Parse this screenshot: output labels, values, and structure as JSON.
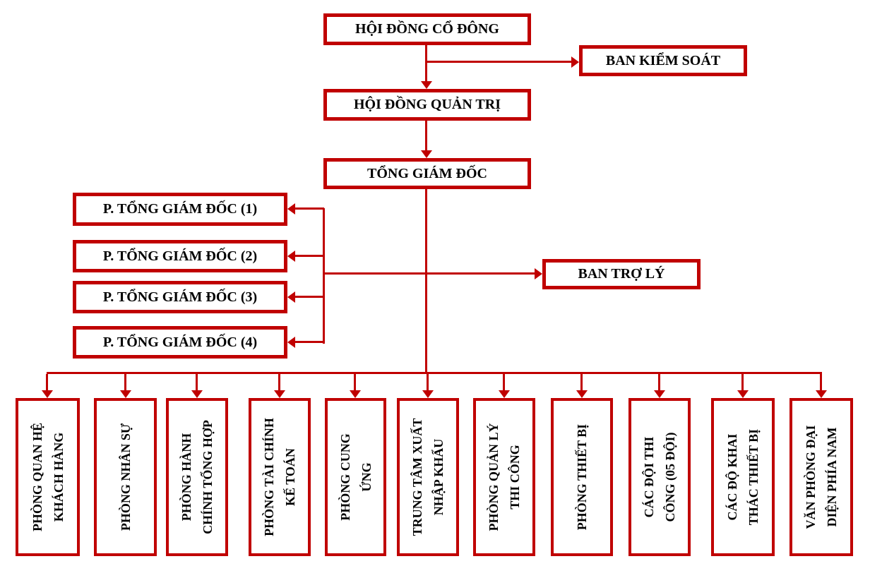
{
  "colors": {
    "line": "#C00000",
    "box_border": "#C00000",
    "text": "#000000",
    "background": "#FFFFFF"
  },
  "nodes": {
    "shareholders": {
      "label": "HỘI ĐỒNG CỔ ĐÔNG"
    },
    "supervisory_board": {
      "label": "BAN KIỂM SOÁT"
    },
    "board_of_management": {
      "label": "HỘI ĐỒNG QUẢN TRỊ"
    },
    "general_director": {
      "label": "TỔNG GIÁM ĐỐC"
    },
    "deputy_general_directors": [
      {
        "label": "P. TỔNG GIÁM ĐỐC (1)"
      },
      {
        "label": "P. TỔNG GIÁM ĐỐC (2)"
      },
      {
        "label": "P. TỔNG GIÁM ĐỐC (3)"
      },
      {
        "label": "P. TỔNG GIÁM ĐỐC (4)"
      }
    ],
    "assistant_board": {
      "label": "BAN TRỢ LÝ"
    },
    "departments": [
      {
        "label": "PHÒNG QUAN HỆ KHÁCH HÀNG",
        "lines": [
          "PHÒNG QUAN HỆ",
          "KHÁCH HÀNG"
        ]
      },
      {
        "label": "PHÒNG NHÂN SỰ",
        "lines": [
          "PHÒNG NHÂN SỰ"
        ]
      },
      {
        "label": "PHÒNG HÀNH CHÍNH TỔNG HỢP",
        "lines": [
          "PHÒNG HÀNH",
          "CHÍNH TỔNG HỢP"
        ]
      },
      {
        "label": "PHÒNG TÀI CHÍNH KẾ TOÁN",
        "lines": [
          "PHÒNG TÀI CHÍNH",
          "KẾ TOÁN"
        ]
      },
      {
        "label": "PHÒNG CUNG ỨNG",
        "lines": [
          "PHÒNG CUNG",
          "ỨNG"
        ]
      },
      {
        "label": "TRUNG TÂM XUẤT NHẬP KHẨU",
        "lines": [
          "TRUNG TÂM XUẤT",
          "NHẬP KHẨU"
        ]
      },
      {
        "label": "PHÒNG QUẢN LÝ THI CÔNG",
        "lines": [
          "PHÒNG QUẢN LÝ",
          "THI CÔNG"
        ]
      },
      {
        "label": "PHÒNG THIẾT BỊ",
        "lines": [
          "PHÒNG THIẾT BỊ"
        ]
      },
      {
        "label": "CÁC ĐỘI THI CÔNG (05 ĐỘI)",
        "lines": [
          "CÁC ĐỘI THI",
          "CÔNG (05 ĐỘI)"
        ]
      },
      {
        "label": "CÁC ĐỘ KHAI THÁC THIẾT BỊ",
        "lines": [
          "CÁC ĐỘ KHAI",
          "THÁC THIẾT BỊ"
        ]
      },
      {
        "label": "VĂN PHÒNG ĐẠI DIỆN PHÍA NAM",
        "lines": [
          "VĂN PHÒNG ĐẠI",
          "DIỆN PHÍA NAM"
        ]
      }
    ]
  }
}
